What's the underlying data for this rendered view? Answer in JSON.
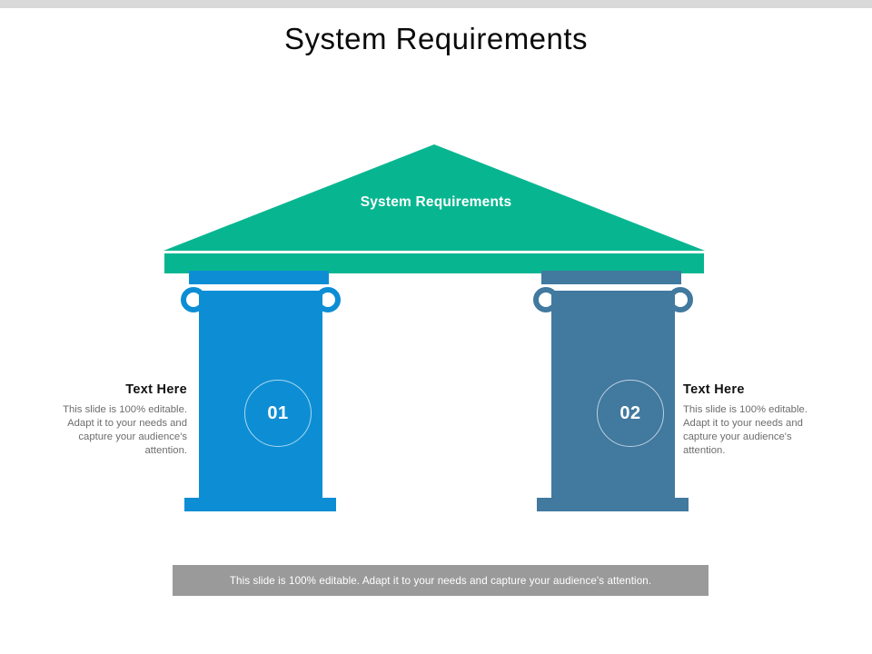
{
  "slide": {
    "title": "System Requirements",
    "top_strip_color": "#d9d9d9",
    "background_color": "#ffffff"
  },
  "temple": {
    "roof": {
      "label": "System Requirements",
      "color": "#07b690"
    },
    "columns": [
      {
        "number": "01",
        "color": "#0d8ed4",
        "accent_color": "#0d8ed4"
      },
      {
        "number": "02",
        "color": "#41799f",
        "accent_color": "#41799f"
      }
    ]
  },
  "side_blocks": [
    {
      "heading": "Text Here",
      "body": "This slide is 100% editable. Adapt it to your needs and capture your audience's attention."
    },
    {
      "heading": "Text Here",
      "body": "This slide is 100% editable. Adapt it to your needs and capture your audience's attention."
    }
  ],
  "footer": {
    "text": "This slide is 100% editable. Adapt it to your needs and capture your audience's attention.",
    "color": "#9a9a9a"
  }
}
